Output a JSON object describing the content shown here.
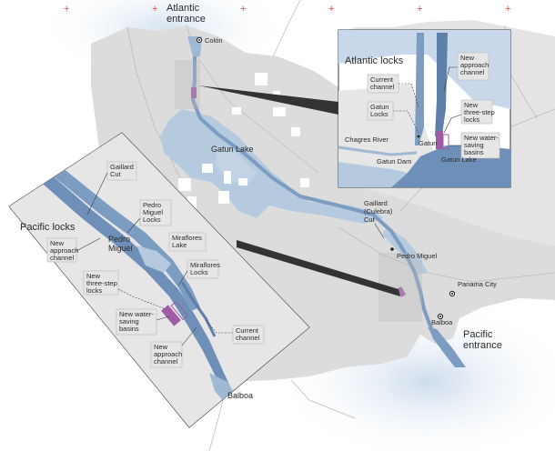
{
  "colors": {
    "land": "#dcdcdc",
    "water": "#a9c0d8",
    "channel": "#6e90b8",
    "lock": "#a05aa6",
    "sea_glow": "#dde8f3",
    "marker": "#e04a4a"
  },
  "map": {
    "atlantic_entrance": [
      "Atlantic",
      "entrance"
    ],
    "pacific_entrance": [
      "Pacific",
      "entrance"
    ],
    "colon": "Colón",
    "gatun_lake": "Gatun Lake",
    "gaillard_cut": [
      "Gaillard",
      "(Culebra)",
      "Cut"
    ],
    "pedro_miguel": "Pedro Miguel",
    "panama_city": "Panama City",
    "balboa": "Balboa"
  },
  "atlantic_inset": {
    "title": "Atlantic locks",
    "current_channel": [
      "Current",
      "channel"
    ],
    "gatun_locks": [
      "Gatun",
      "Locks"
    ],
    "chagres_river": "Chagres River",
    "gatun": "Gatun",
    "gatun_dam": "Gatun Dam",
    "gatun_lake": "Gatun Lake",
    "new_approach_channel": [
      "New",
      "approach",
      "channel"
    ],
    "new_three_step_locks": [
      "New",
      "three-step",
      "locks"
    ],
    "new_water_saving_basins": [
      "New water-",
      "saving",
      "basins"
    ]
  },
  "pacific_inset": {
    "title": "Pacific locks",
    "gaillard_cut": [
      "Gaillard",
      "Cut"
    ],
    "pedro_miguel_locks": [
      "Pedro",
      "Miguel",
      "Locks"
    ],
    "pedro_miguel": [
      "Pedro",
      "Miguel"
    ],
    "miraflores_lake": [
      "Miraflores",
      "Lake"
    ],
    "miraflores_locks": [
      "Miraflores",
      "Locks"
    ],
    "new_approach_channel_top": [
      "New",
      "approach",
      "channel"
    ],
    "new_three_step_locks": [
      "New",
      "three-step",
      "locks"
    ],
    "new_water_saving_basins": [
      "New water-",
      "saving",
      "basins"
    ],
    "current_channel": [
      "Current",
      "channel"
    ],
    "new_approach_channel_bottom": [
      "New",
      "approach",
      "channel"
    ],
    "balboa": "Balboa"
  }
}
